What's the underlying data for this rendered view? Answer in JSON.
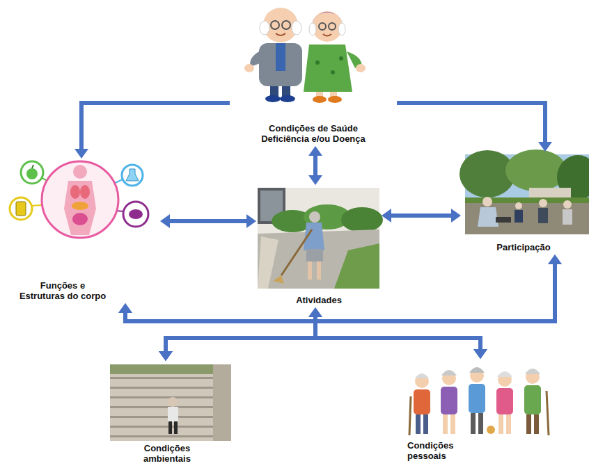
{
  "diagram": {
    "nodes": [
      {
        "text": [
          "Condições de Saúde Deficiência e/ou Doença"
        ]
      },
      {
        "text": [
          "Funções e Estruturas do corpo"
        ]
      },
      {
        "text": [
          "Atividades"
        ]
      },
      {
        "text": [
          "Participação"
        ]
      },
      {
        "text": [
          "Condições ambientais"
        ]
      },
      {
        "text": [
          "Condições pessoais"
        ]
      }
    ],
    "edges": [
      {
        "from": 0,
        "to": 1,
        "arrow": "to"
      },
      {
        "from": 0,
        "to": 3,
        "arrow": "to"
      },
      {
        "from": 0,
        "to": 2,
        "arrow": "both"
      },
      {
        "from": 1,
        "to": 2,
        "arrow": "both"
      },
      {
        "from": 2,
        "to": 3,
        "arrow": "both"
      },
      {
        "from": 4,
        "to": 1,
        "arrow": "both"
      },
      {
        "from": 4,
        "to": 2,
        "arrow": "both"
      },
      {
        "from": 4,
        "to": 3,
        "arrow": "both"
      },
      {
        "from": 5,
        "to": 1,
        "arrow": "both"
      },
      {
        "from": 5,
        "to": 2,
        "arrow": "both"
      },
      {
        "from": 5,
        "to": 3,
        "arrow": "both"
      }
    ]
  }
}
